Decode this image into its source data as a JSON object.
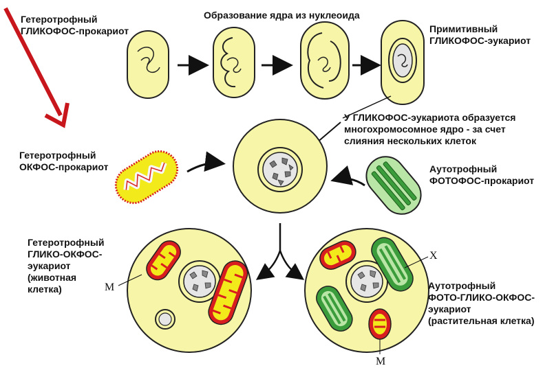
{
  "title": "Образование ядра из нуклеоида",
  "labels": {
    "glikofos_prokaryote": [
      "Гетеротрофный",
      "ГЛИКОФОС-прокариот"
    ],
    "glikofos_eukaryote": [
      "Примитивный",
      "ГЛИКОФОС-эукариот"
    ],
    "nucleus_note": [
      "У ГЛИКОФОС-эукариота образуется",
      "многохромосомное ядро - за счет",
      "слияния нескольких клеток"
    ],
    "okfos_prokaryote": [
      "Гетеротрофный",
      "ОКФОС-прокариот"
    ],
    "fotofos_prokaryote": [
      "Аутотрофный",
      "ФОТОФОС-прокариот"
    ],
    "animal_cell": [
      "Гетеротрофный",
      "ГЛИКО-ОКФОС-",
      "эукариот",
      "(животная",
      "клетка)"
    ],
    "plant_cell": [
      "Аутотрофный",
      "ФОТО-ГЛИКО-ОКФОС-",
      "эукариот",
      "(растительная клетка)"
    ]
  },
  "markers": {
    "mito_left": "М",
    "chloroplast": "Х",
    "mito_right": "М"
  },
  "colors": {
    "cell_fill": "#f6f5a8",
    "outline": "#222222",
    "mito_red": "#d81e1e",
    "mito_yellow": "#f2ea1a",
    "chloro_green": "#3a9c3a",
    "chloro_light": "#b9e6a6",
    "pointer_arrow": "#c8161d"
  }
}
